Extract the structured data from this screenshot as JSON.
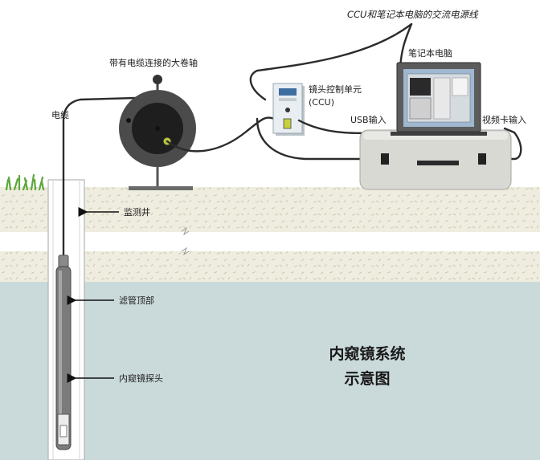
{
  "labels": {
    "power": "CCU和笔记本电脑的交流电源线",
    "reel": "带有电缆连接的大卷轴",
    "cable": "电缆",
    "ccu_line1": "镜头控制单元",
    "ccu_line2": "(CCU)",
    "laptop": "笔记本电脑",
    "usb": "USB输入",
    "video": "视频卡输入",
    "well": "监测井",
    "screen_top": "滤管顶部",
    "probe": "内窥镜探头",
    "title_line1": "内窥镜系统",
    "title_line2": "示意图"
  },
  "colors": {
    "soil": "#efeddf",
    "water": "#cad9da",
    "reel": "#4b4b4b",
    "case": "#d9d9d4",
    "ccu_panel": "#e8eef2"
  }
}
